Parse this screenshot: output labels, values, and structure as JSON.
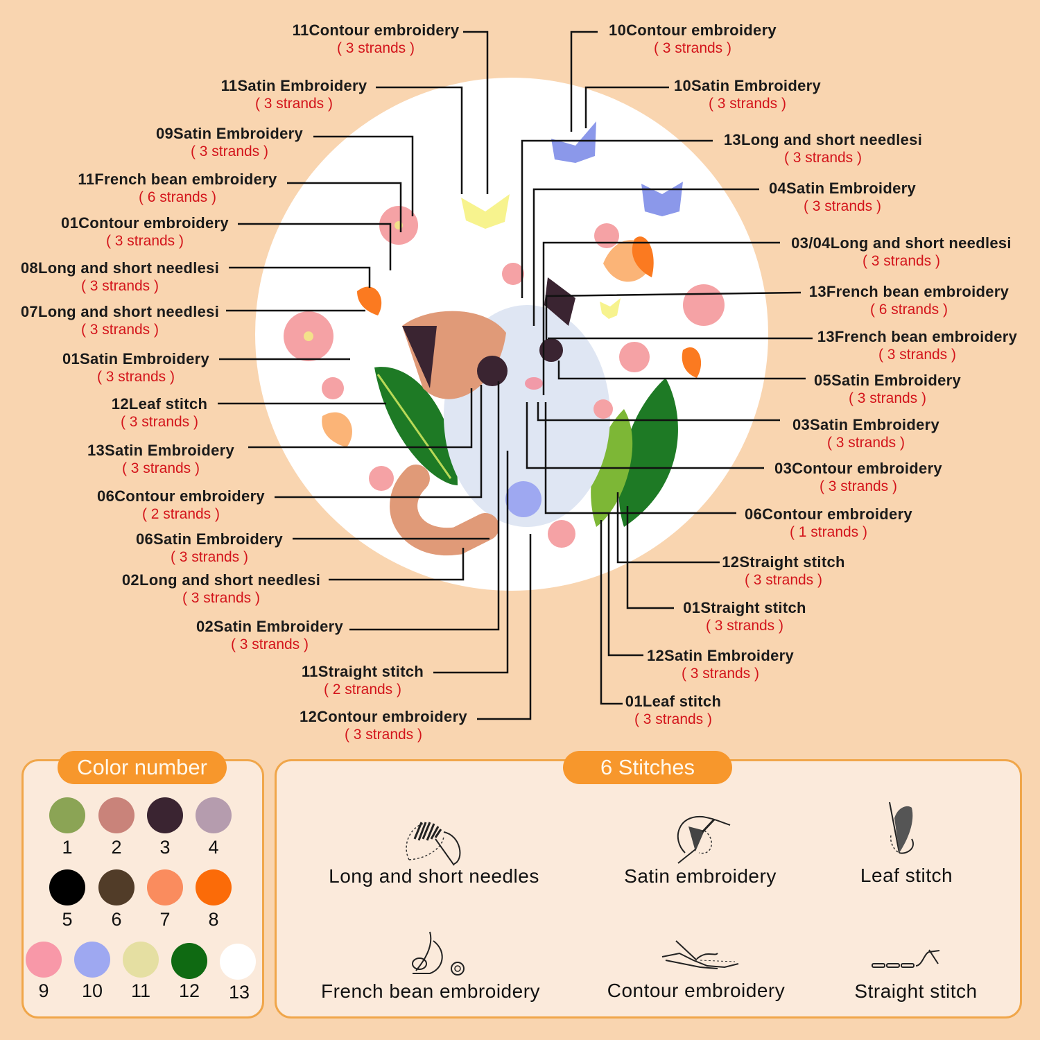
{
  "labels": [
    {
      "name": "11Contour embroidery",
      "strands": "( 3 strands )"
    },
    {
      "name": "11Satin Embroidery",
      "strands": "( 3 strands )"
    },
    {
      "name": "09Satin Embroidery",
      "strands": "( 3 strands )"
    },
    {
      "name": "11French bean embroidery",
      "strands": "( 6 strands )"
    },
    {
      "name": "01Contour embroidery",
      "strands": "( 3 strands )"
    },
    {
      "name": "08Long and short needlesi",
      "strands": "( 3 strands )"
    },
    {
      "name": "07Long and short needlesi",
      "strands": "( 3 strands )"
    },
    {
      "name": "01Satin Embroidery",
      "strands": "( 3 strands )"
    },
    {
      "name": "12Leaf stitch",
      "strands": "( 3 strands )"
    },
    {
      "name": "13Satin Embroidery",
      "strands": "( 3 strands )"
    },
    {
      "name": "06Contour embroidery",
      "strands": "( 2 strands )"
    },
    {
      "name": "06Satin Embroidery",
      "strands": "( 3 strands )"
    },
    {
      "name": "02Long and short needlesi",
      "strands": "( 3 strands )"
    },
    {
      "name": "02Satin Embroidery",
      "strands": "( 3 strands )"
    },
    {
      "name": "11Straight stitch",
      "strands": "( 2 strands )"
    },
    {
      "name": "12Contour embroidery",
      "strands": "( 3 strands )"
    },
    {
      "name": "10Contour embroidery",
      "strands": "( 3 strands )"
    },
    {
      "name": "10Satin Embroidery",
      "strands": "( 3 strands )"
    },
    {
      "name": "13Long and short needlesi",
      "strands": "( 3 strands )"
    },
    {
      "name": "04Satin Embroidery",
      "strands": "( 3 strands )"
    },
    {
      "name": "03/04Long and short needlesi",
      "strands": "( 3 strands )"
    },
    {
      "name": "13French bean embroidery",
      "strands": "( 6 strands )"
    },
    {
      "name": "13French bean embroidery",
      "strands": "( 3 strands )"
    },
    {
      "name": "05Satin Embroidery",
      "strands": "( 3 strands )"
    },
    {
      "name": "03Satin Embroidery",
      "strands": "( 3 strands )"
    },
    {
      "name": "03Contour embroidery",
      "strands": "( 3 strands )"
    },
    {
      "name": "06Contour embroidery",
      "strands": "( 1 strands )"
    },
    {
      "name": "12Straight stitch",
      "strands": "( 3 strands )"
    },
    {
      "name": "01Straight stitch",
      "strands": "( 3 strands )"
    },
    {
      "name": "12Satin Embroidery",
      "strands": "( 3 strands )"
    },
    {
      "name": "01Leaf stitch",
      "strands": "( 3 strands )"
    }
  ],
  "color_panel": {
    "title": "Color number",
    "colors": [
      {
        "number": "1",
        "hex": "#8ba455"
      },
      {
        "number": "2",
        "hex": "#c9837a"
      },
      {
        "number": "3",
        "hex": "#3a2431"
      },
      {
        "number": "4",
        "hex": "#b59cae"
      },
      {
        "number": "5",
        "hex": "#000000"
      },
      {
        "number": "6",
        "hex": "#513c28"
      },
      {
        "number": "7",
        "hex": "#fa8c5e"
      },
      {
        "number": "8",
        "hex": "#fb6b08"
      },
      {
        "number": "9",
        "hex": "#f898a8"
      },
      {
        "number": "10",
        "hex": "#9ea8f1"
      },
      {
        "number": "11",
        "hex": "#e5dfa2"
      },
      {
        "number": "12",
        "hex": "#0f6a12"
      },
      {
        "number": "13",
        "hex": "#ffffff"
      }
    ]
  },
  "stitch_panel": {
    "title": "6 Stitches",
    "stitches": [
      {
        "label": "Long and short needles",
        "icon": "long-short-stitch-icon"
      },
      {
        "label": "Satin embroidery",
        "icon": "satin-stitch-icon"
      },
      {
        "label": "Leaf stitch",
        "icon": "leaf-stitch-icon"
      },
      {
        "label": "French bean embroidery",
        "icon": "french-knot-icon"
      },
      {
        "label": "Contour embroidery",
        "icon": "contour-stitch-icon"
      },
      {
        "label": "Straight stitch",
        "icon": "straight-stitch-icon"
      }
    ]
  },
  "colors": {
    "background": "#f9d5b0",
    "accent": "#f7972c",
    "strand_text": "#d3141b",
    "panel_bg": "#fbeadb"
  }
}
